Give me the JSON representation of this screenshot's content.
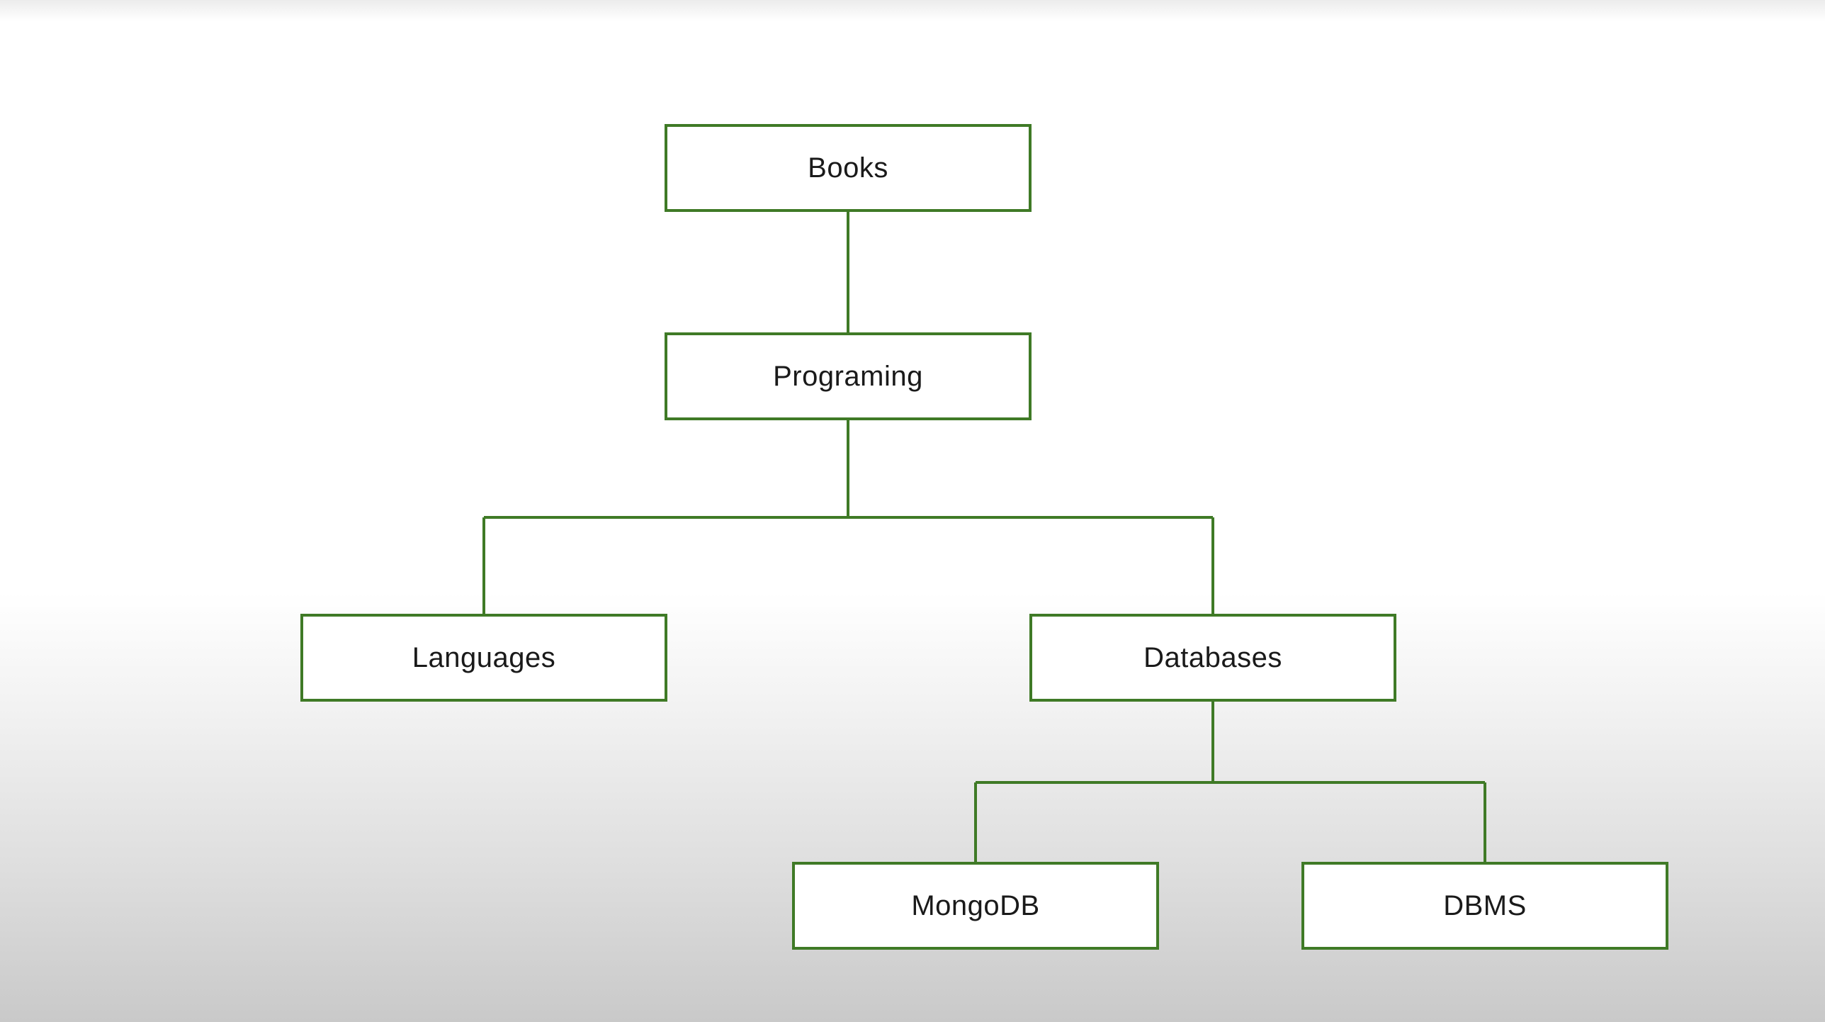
{
  "diagram": {
    "type": "tree",
    "line_color": "#3f7a26",
    "nodes": {
      "books": "Books",
      "programing": "Programing",
      "languages": "Languages",
      "databases": "Databases",
      "mongodb": "MongoDB",
      "dbms": "DBMS"
    },
    "edges": [
      [
        "Books",
        "Programing"
      ],
      [
        "Programing",
        "Languages"
      ],
      [
        "Programing",
        "Databases"
      ],
      [
        "Databases",
        "MongoDB"
      ],
      [
        "Databases",
        "DBMS"
      ]
    ]
  }
}
